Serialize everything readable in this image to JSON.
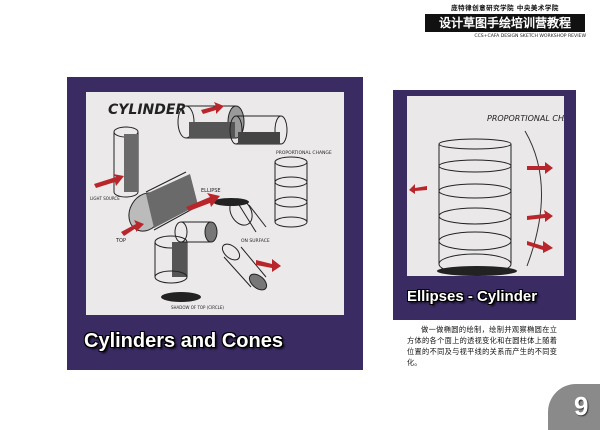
{
  "header": {
    "top_text": "庞特律创意研究学院  中央美术学院",
    "title": "设计草图手绘培训营教程",
    "subtitle": "CCS+CAFA DESIGN SKETCH WORKSHOP REVIEW"
  },
  "left_panel": {
    "caption": "Cylinders and Cones",
    "sketch_labels": {
      "heading": "CYLINDER",
      "ellipse": "ELLIPSE",
      "top": "TOP",
      "shadow_circle": "SHADOW OF TOP (CIRCLE)",
      "on_surface": "ON SURFACE",
      "proportional_change": "PROPORTIONAL CHANGE",
      "light_source": "LIGHT SOURCE",
      "shadow_top": "SHADOW OF TOP (CIRCLE)"
    }
  },
  "right_panel": {
    "caption": "Ellipses - Cylinder",
    "sketch_label": "PROPORTIONAL CHANGE"
  },
  "description": "做一做椭圆的绘制，绘制并观察椭圆在立方体的各个面上的透视变化和在圆柱体上随着位置的不同及与视平线的关系而产生的不同变化。",
  "page_number": "9"
}
